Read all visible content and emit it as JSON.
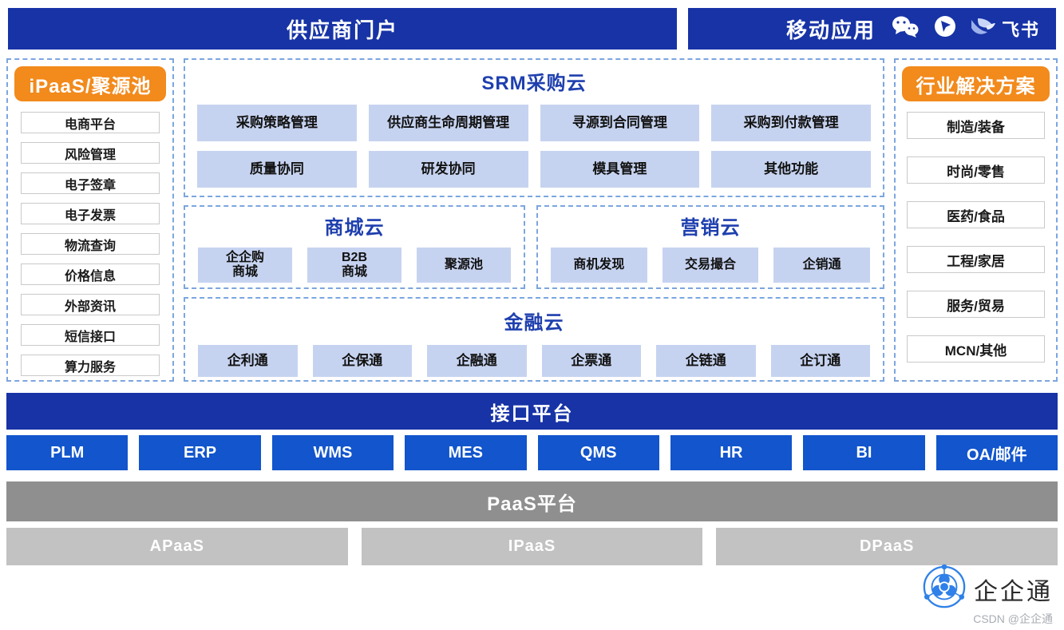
{
  "colors": {
    "banner_blue": "#1733a6",
    "button_blue": "#1255cc",
    "light_blue_box": "#c6d3f0",
    "title_blue": "#1e3fae",
    "orange": "#f28a1c",
    "paas_gray": "#8f8f8f",
    "sub_paas_gray": "#c2c2c2",
    "logo_blue": "#2f80e8"
  },
  "top": {
    "supplier_portal": "供应商门户",
    "mobile_apps": "移动应用",
    "icons": [
      "wechat-icon",
      "navigator-icon",
      "feishu-icon"
    ],
    "feishu_label": "飞书"
  },
  "left_panel": {
    "title": "iPaaS/聚源池",
    "items": [
      "电商平台",
      "风险管理",
      "电子签章",
      "电子发票",
      "物流查询",
      "价格信息",
      "外部资讯",
      "短信接口",
      "算力服务"
    ]
  },
  "srm_cloud": {
    "title": "SRM采购云",
    "row1": [
      "采购策略管理",
      "供应商生命周期管理",
      "寻源到合同管理",
      "采购到付款管理"
    ],
    "row2": [
      "质量协同",
      "研发协同",
      "模具管理",
      "其他功能"
    ]
  },
  "mall_cloud": {
    "title": "商城云",
    "items": [
      "企企购\n商城",
      "B2B\n商城",
      "聚源池"
    ]
  },
  "marketing_cloud": {
    "title": "营销云",
    "items": [
      "商机发现",
      "交易撮合",
      "企销通"
    ]
  },
  "finance_cloud": {
    "title": "金融云",
    "items": [
      "企利通",
      "企保通",
      "企融通",
      "企票通",
      "企链通",
      "企订通"
    ]
  },
  "right_panel": {
    "title": "行业解决方案",
    "items": [
      "制造/装备",
      "时尚/零售",
      "医药/食品",
      "工程/家居",
      "服务/贸易",
      "MCN/其他"
    ]
  },
  "interface_platform": {
    "title": "接口平台",
    "systems": [
      "PLM",
      "ERP",
      "WMS",
      "MES",
      "QMS",
      "HR",
      "BI",
      "OA/邮件"
    ]
  },
  "paas": {
    "title": "PaaS平台",
    "items": [
      "APaaS",
      "IPaaS",
      "DPaaS"
    ]
  },
  "footer": {
    "logo_text": "企企通",
    "watermark": "CSDN @企企通"
  }
}
